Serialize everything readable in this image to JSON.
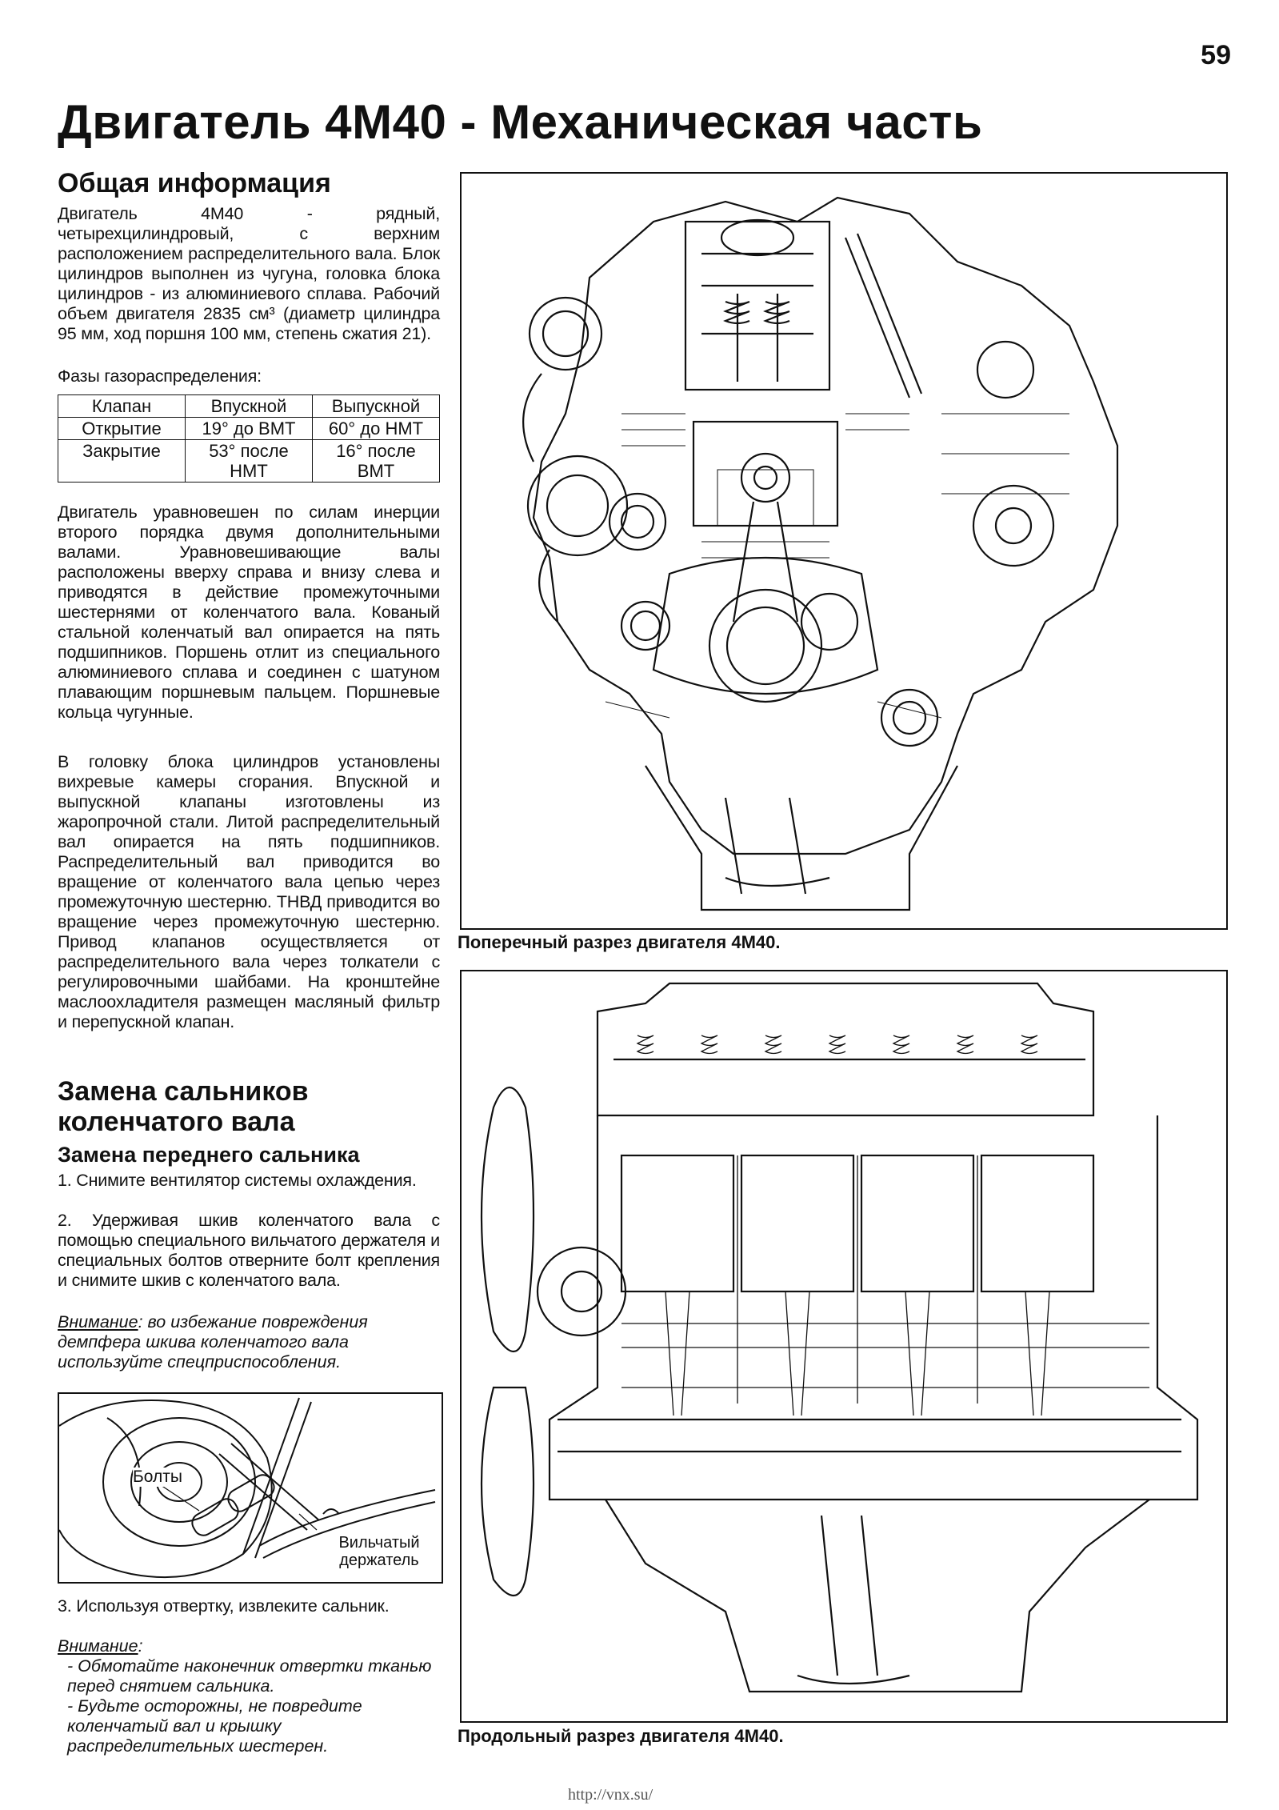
{
  "page": {
    "number": "59",
    "title": "Двигатель 4M40 - Механическая часть"
  },
  "general": {
    "heading": "Общая информация",
    "intro": "Двигатель 4M40 - рядный, четырехцилиндровый, с верхним расположением распределительного вала. Блок цилиндров выполнен из чугуна, головка блока цилиндров - из алюминиевого сплава. Рабочий объем двигателя 2835 см³ (диаметр цилиндра 95 мм, ход поршня 100 мм, степень сжатия 21).",
    "timing_label": "Фазы газораспределения:",
    "table": {
      "headers": [
        "Клапан",
        "Впускной",
        "Выпускной"
      ],
      "rows": [
        [
          "Открытие",
          "19° до ВМТ",
          "60° до НМТ"
        ],
        [
          "Закрытие",
          "53° после НМТ",
          "16° после ВМТ"
        ]
      ]
    },
    "para2": "Двигатель уравновешен по силам инерции второго порядка двумя дополнительными валами. Уравновешивающие валы расположены вверху справа и внизу слева и приводятся в действие промежуточными шестернями от коленчатого вала. Кованый стальной коленчатый вал опирается на пять подшипников. Поршень отлит из специального алюминиевого сплава и соединен с шатуном плавающим поршневым пальцем. Поршневые кольца чугунные.",
    "para3": "В головку блока цилиндров установлены вихревые камеры сгорания. Впускной и выпускной клапаны изготовлены из жаропрочной стали. Литой распределительный вал опирается на пять подшипников. Распределительный вал приводится во вращение от коленчатого вала цепью через промежуточную шестерню. ТНВД приводится во вращение через промежуточную шестерню. Привод клапанов осуществляется от распределительного вала через толкатели с регулировочными шайбами. На кронштейне маслоохладителя размещен масляный фильтр и перепускной клапан."
  },
  "seals": {
    "heading": "Замена сальников коленчатого вала",
    "subheading": "Замена переднего сальника",
    "step1": "1. Снимите вентилятор системы охлаждения.",
    "step2": "2. Удерживая шкив коленчатого вала с помощью специального вильчатого держателя и специальных болтов отверните болт крепления и снимите шкив с коленчатого вала.",
    "warning_label": "Внимание",
    "warning1": ": во избежание повреждения демпфера шкива коленчатого вала используйте спецприспособления.",
    "figure_labels": {
      "bolts": "Болты",
      "holder": "Вильчатый держатель"
    },
    "step3": "3. Используя отвертку, извлеките сальник.",
    "warning2_items": [
      "- Обмотайте наконечник отвертки тканью перед снятием сальника.",
      "- Будьте осторожны, не повредите коленчатый вал и крышку распределительных шестерен."
    ]
  },
  "figures": {
    "cross_caption": "Поперечный разрез двигателя 4M40.",
    "long_caption": "Продольный разрез двигателя 4M40."
  },
  "watermark": "http://vnx.su/"
}
